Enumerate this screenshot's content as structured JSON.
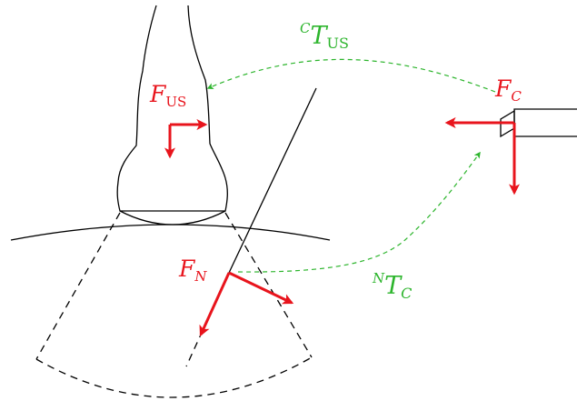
{
  "colors": {
    "line": "#000000",
    "frame_axis": "#e8141c",
    "frame_label": "#e8141c",
    "transform": "#2db52d"
  },
  "frames": {
    "us": {
      "script": "F",
      "subscript": "US"
    },
    "camera": {
      "script": "F",
      "subscript": "C"
    },
    "needle": {
      "script": "F",
      "subscript": "N"
    }
  },
  "transforms": {
    "camera_to_us": {
      "superscript": "C",
      "base": "T",
      "subscript": "US"
    },
    "needle_to_camera": {
      "superscript": "N",
      "base": "T",
      "subscript": "C"
    }
  }
}
